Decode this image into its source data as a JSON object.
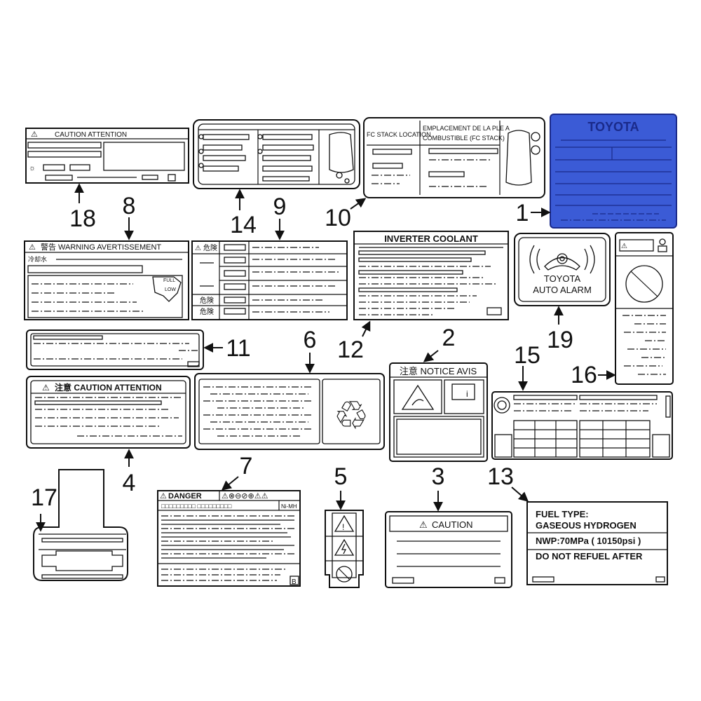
{
  "colors": {
    "toyota_label": "#3b5bd6",
    "toyota_border": "#1a2a8a",
    "line": "#111111"
  },
  "labels": {
    "l18": {
      "heading": "CAUTION  ATTENTION"
    },
    "l8": {
      "heading": "警告 WARNING  AVERTISSEMENT",
      "sub": "冷却水",
      "full": "FULL",
      "low": "LOW"
    },
    "l9": {
      "heading": "危険",
      "foot1": "危険",
      "foot2": "危険"
    },
    "l10": {
      "col1": "FC STACK LOCATION",
      "col2a": "EMPLACEMENT DE LA PLE A",
      "col2b": "COMBUSTIBLE (FC STACK)"
    },
    "l1": {
      "brand": "TOYOTA"
    },
    "l12": {
      "heading": "INVERTER COOLANT"
    },
    "l19": {
      "line1": "TOYOTA",
      "line2": "AUTO ALARM"
    },
    "l4": {
      "heading": "注意 CAUTION ATTENTION"
    },
    "l2": {
      "heading": "注意 NOTICE AVIS"
    },
    "l7": {
      "heading": "DANGER",
      "codes": "□□□□□□□□□  □□□□□□□□□",
      "tag": "Ni-MH",
      "b": "B"
    },
    "l3": {
      "heading": "CAUTION"
    },
    "l13": {
      "line1": "FUEL TYPE:",
      "line2": "GASEOUS HYDROGEN",
      "line3": "NWP:70MPa ( 10150psi )",
      "line4": "DO NOT REFUEL AFTER"
    }
  },
  "callouts": [
    "1",
    "2",
    "3",
    "4",
    "5",
    "6",
    "7",
    "8",
    "9",
    "10",
    "11",
    "12",
    "13",
    "14",
    "15",
    "16",
    "17",
    "18",
    "19"
  ]
}
